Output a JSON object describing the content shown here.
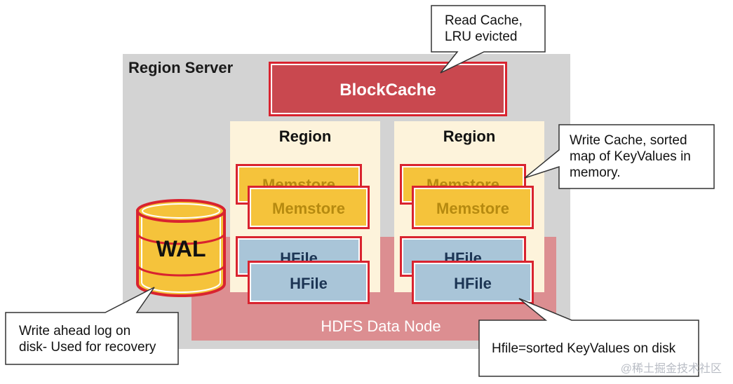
{
  "region_server": {
    "label": "Region Server"
  },
  "block_cache": {
    "label": "BlockCache"
  },
  "regions": [
    {
      "title": "Region",
      "memstore_back": "Memstore",
      "memstore_front": "Memstore",
      "hfile_back": "HFile",
      "hfile_front": "HFile"
    },
    {
      "title": "Region",
      "memstore_back": "Memstore",
      "memstore_front": "Memstore",
      "hfile_back": "HFile",
      "hfile_front": "HFile"
    }
  ],
  "wal": {
    "label": "WAL"
  },
  "hdfs": {
    "label": "HDFS Data Node"
  },
  "callouts": {
    "read_cache": {
      "line1": "Read Cache,",
      "line2": "LRU evicted"
    },
    "write_cache": {
      "line1": "Write Cache, sorted",
      "line2": "map of KeyValues in",
      "line3": "memory."
    },
    "wal_note": {
      "line1": "Write ahead log on",
      "line2": "disk- Used for recovery"
    },
    "hfile_note": {
      "line1": "Hfile=sorted KeyValues on disk"
    }
  },
  "watermark": "@稀土掘金技术社区",
  "colors": {
    "region_server_bg": "#d3d3d3",
    "block_cache": "#c9484f",
    "memstore": "#f5c33b",
    "hfile": "#a9c5d8",
    "hdfs": "#dc8e91",
    "border_red": "#d9232f"
  }
}
